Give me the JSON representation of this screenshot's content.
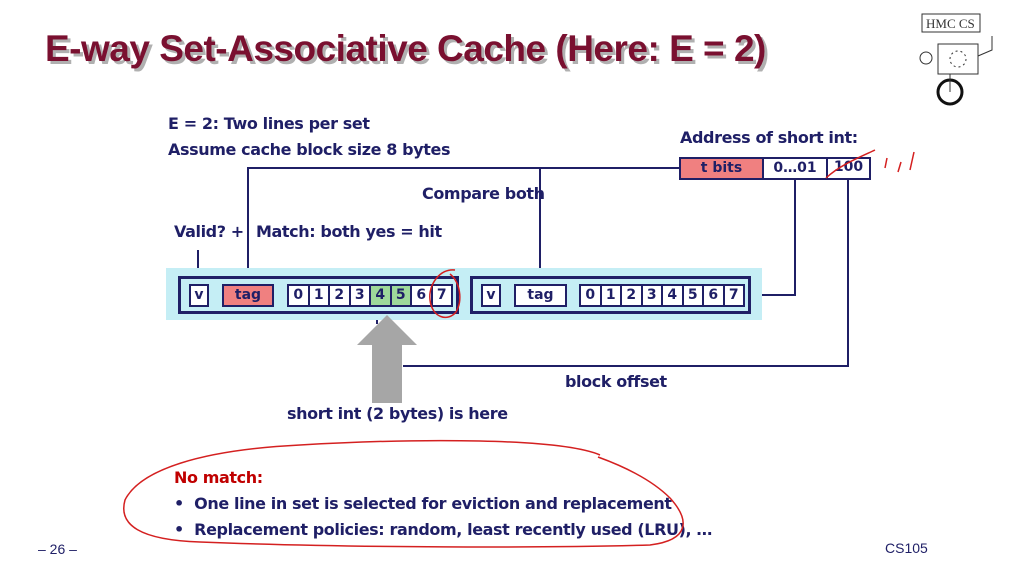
{
  "title": "E-way Set-Associative Cache (Here: E = 2)",
  "notes": {
    "line1": "E = 2: Two lines per set",
    "line2": "Assume cache block size 8 bytes",
    "compare": "Compare both",
    "valid": "Valid?  +",
    "match": "Match: both yes = hit",
    "block_offset": "block offset",
    "short_int": "short int (2 bytes) is here"
  },
  "address": {
    "label": "Address of short int:",
    "tbits": "t bits",
    "set": "0…01",
    "offset": "100"
  },
  "cache_lines": [
    {
      "v": "v",
      "tag": "tag",
      "bytes": [
        "0",
        "1",
        "2",
        "3",
        "4",
        "5",
        "6",
        "7"
      ],
      "highlight": [
        4,
        5
      ]
    },
    {
      "v": "v",
      "tag": "tag",
      "bytes": [
        "0",
        "1",
        "2",
        "3",
        "4",
        "5",
        "6",
        "7"
      ],
      "highlight": []
    }
  ],
  "no_match": {
    "heading": "No match:",
    "bullets": [
      "One line in set is selected for eviction and replacement",
      "Replacement policies: random, least recently used (LRU), …"
    ]
  },
  "footer": {
    "page": "– 26 –",
    "course": "CS105"
  },
  "logo_text": "HMC CS!",
  "colors": {
    "title": "#7a1030",
    "navy": "#1f1f66",
    "tag_pink": "#f08080",
    "highlight_green": "#9ed89a",
    "band": "#c5eef5",
    "red": "#c00000"
  }
}
